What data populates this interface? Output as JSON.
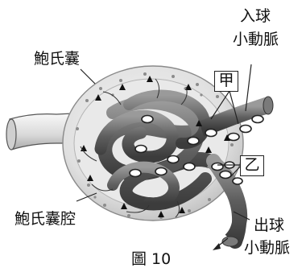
{
  "figure": {
    "labels": {
      "bowman_capsule": "鮑氏囊",
      "bowman_space": "鮑氏囊腔",
      "afferent_arteriole": [
        "入球",
        "小動脈"
      ],
      "efferent_arteriole": [
        "出球",
        "小動脈"
      ],
      "marker_jia": "甲",
      "marker_yi": "乙",
      "caption": "圖 10"
    },
    "colors": {
      "capsule_fill": "#dcdcdc",
      "vessel_dark": "#5a5a5a",
      "vessel_light": "#8a8a8a",
      "line": "#222222"
    }
  }
}
